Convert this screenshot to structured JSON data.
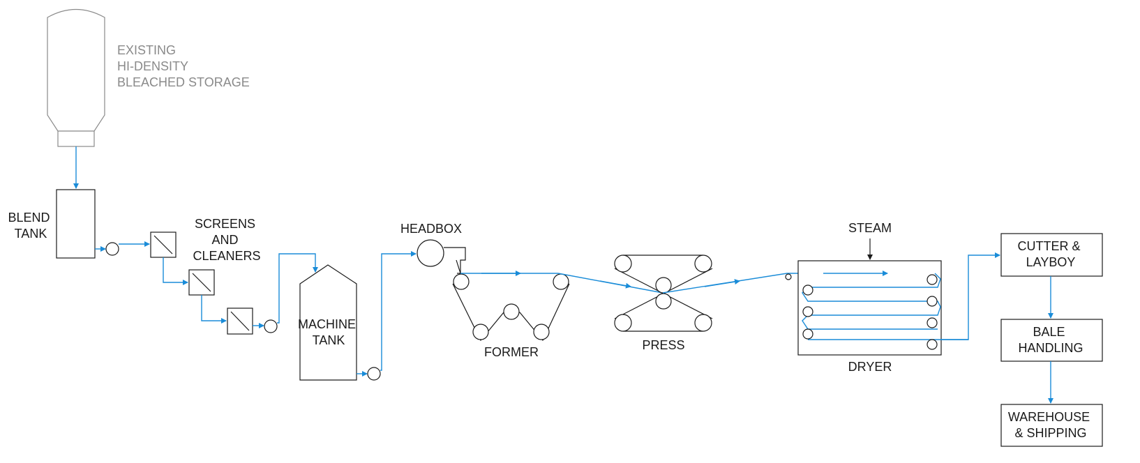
{
  "diagram": {
    "storage_lines": [
      "EXISTING",
      "HI-DENSITY",
      "BLEACHED STORAGE"
    ],
    "blend_tank_lines": [
      "BLEND",
      "TANK"
    ],
    "screens_lines": [
      "SCREENS",
      "AND",
      "CLEANERS"
    ],
    "machine_tank_lines": [
      "MACHINE",
      "TANK"
    ],
    "headbox": "HEADBOX",
    "former": "FORMER",
    "press": "PRESS",
    "steam": "STEAM",
    "dryer": "DRYER",
    "cutter_lines": [
      "CUTTER &",
      "LAYBOY"
    ],
    "bale_lines": [
      "BALE",
      "HANDLING"
    ],
    "warehouse_lines": [
      "WAREHOUSE",
      "& SHIPPING"
    ]
  },
  "colors": {
    "flow": "#1a8cd8",
    "equipment": "#1a1a1a",
    "existing": "#8a8a8a"
  }
}
